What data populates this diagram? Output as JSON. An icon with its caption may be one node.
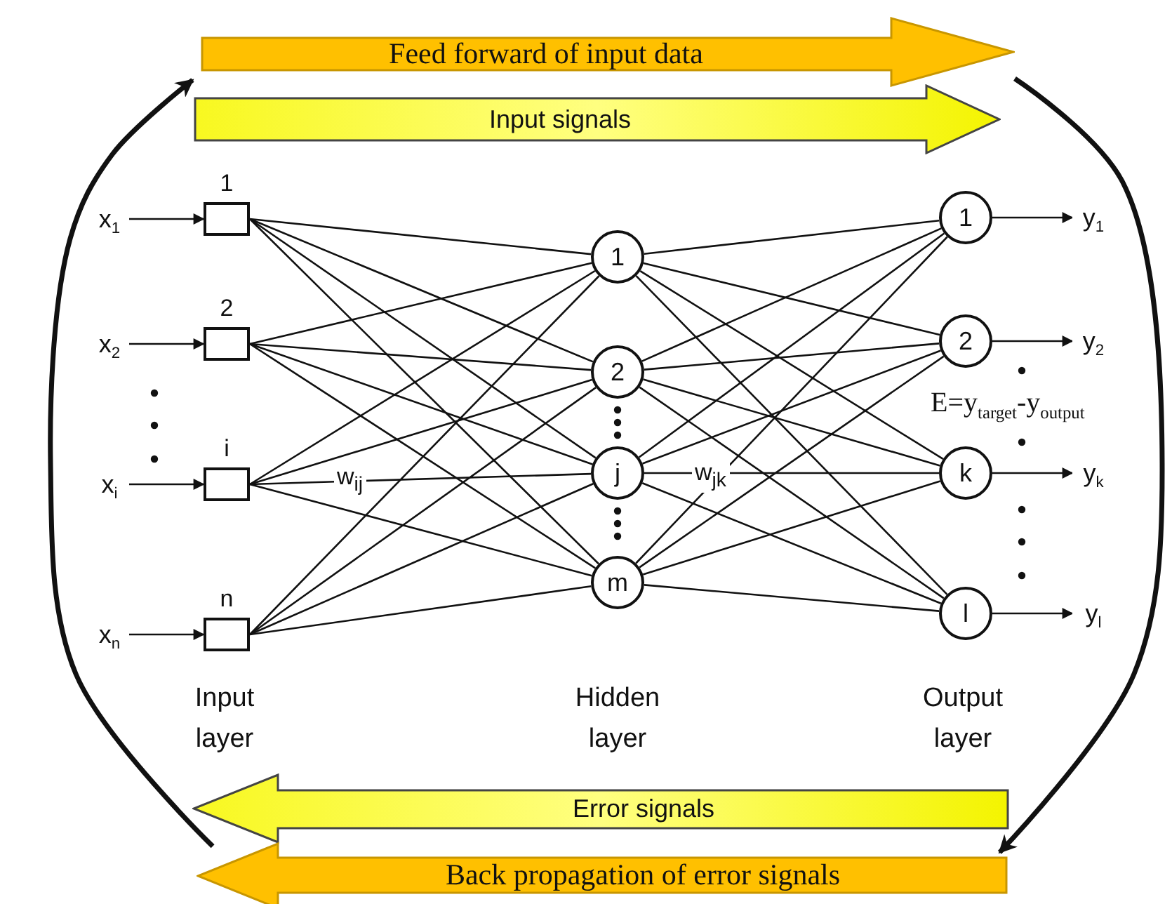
{
  "diagram": {
    "nodes": [
      {
        "text": [
          "Feed forward of input data"
        ]
      },
      {
        "text": [
          "Input signals"
        ]
      },
      {
        "text": [
          "Error signals"
        ]
      },
      {
        "text": [
          "Back propagation of error signals"
        ]
      },
      {
        "text": [
          "x$_{1}$"
        ]
      },
      {
        "text": [
          "x$_{2}$"
        ]
      },
      {
        "text": [
          "x$_{i}$"
        ]
      },
      {
        "text": [
          "x$_{n}$"
        ]
      },
      {
        "text": [],
        "shape": "box",
        "beside": [
          "1"
        ]
      },
      {
        "text": [],
        "shape": "box",
        "beside": [
          "2"
        ]
      },
      {
        "text": [],
        "shape": "box",
        "beside": [
          "i"
        ]
      },
      {
        "text": [],
        "shape": "box",
        "beside": [
          "n"
        ]
      },
      {
        "text": [
          "1"
        ]
      },
      {
        "text": [
          "2"
        ]
      },
      {
        "text": [
          "j"
        ]
      },
      {
        "text": [
          "m"
        ]
      },
      {
        "text": [
          "1"
        ]
      },
      {
        "text": [
          "2"
        ]
      },
      {
        "text": [
          "k"
        ]
      },
      {
        "text": [
          "l"
        ]
      },
      {
        "text": [
          "y$_{1}$"
        ]
      },
      {
        "text": [
          "y$_{2}$"
        ]
      },
      {
        "text": [
          "y$_{k}$"
        ]
      },
      {
        "text": [
          "y$_{l}$"
        ]
      }
    ],
    "edges": [
      {
        "from": 3,
        "to": 0,
        "arrow": "to",
        "style": "thick"
      },
      {
        "from": 0,
        "to": 3,
        "arrow": "to",
        "style": "thick"
      },
      {
        "from": 4,
        "to": 8,
        "arrow": "to"
      },
      {
        "from": 5,
        "to": 9,
        "arrow": "to"
      },
      {
        "from": 6,
        "to": 10,
        "arrow": "to"
      },
      {
        "from": 7,
        "to": 11,
        "arrow": "to"
      },
      {
        "from": 8,
        "to": 12,
        "arrow": "none"
      },
      {
        "from": 8,
        "to": 13,
        "arrow": "none"
      },
      {
        "from": 8,
        "to": 14,
        "arrow": "none"
      },
      {
        "from": 8,
        "to": 15,
        "arrow": "none"
      },
      {
        "from": 9,
        "to": 12,
        "arrow": "none"
      },
      {
        "from": 9,
        "to": 13,
        "arrow": "none"
      },
      {
        "from": 9,
        "to": 14,
        "arrow": "none"
      },
      {
        "from": 9,
        "to": 15,
        "arrow": "none"
      },
      {
        "from": 10,
        "to": 12,
        "arrow": "none"
      },
      {
        "from": 10,
        "to": 13,
        "arrow": "none"
      },
      {
        "from": 10,
        "to": 14,
        "label": "w$_{ij}$",
        "arrow": "none"
      },
      {
        "from": 10,
        "to": 15,
        "arrow": "none"
      },
      {
        "from": 11,
        "to": 12,
        "arrow": "none"
      },
      {
        "from": 11,
        "to": 13,
        "arrow": "none"
      },
      {
        "from": 11,
        "to": 14,
        "arrow": "none"
      },
      {
        "from": 11,
        "to": 15,
        "arrow": "none"
      },
      {
        "from": 12,
        "to": 16,
        "arrow": "none"
      },
      {
        "from": 12,
        "to": 17,
        "arrow": "none"
      },
      {
        "from": 12,
        "to": 18,
        "arrow": "none"
      },
      {
        "from": 12,
        "to": 19,
        "arrow": "none"
      },
      {
        "from": 13,
        "to": 16,
        "arrow": "none"
      },
      {
        "from": 13,
        "to": 17,
        "arrow": "none"
      },
      {
        "from": 13,
        "to": 18,
        "arrow": "none"
      },
      {
        "from": 13,
        "to": 19,
        "arrow": "none"
      },
      {
        "from": 14,
        "to": 16,
        "arrow": "none"
      },
      {
        "from": 14,
        "to": 17,
        "arrow": "none"
      },
      {
        "from": 14,
        "to": 18,
        "label": "w$_{jk}$",
        "arrow": "none"
      },
      {
        "from": 14,
        "to": 19,
        "arrow": "none"
      },
      {
        "from": 15,
        "to": 16,
        "arrow": "none"
      },
      {
        "from": 15,
        "to": 17,
        "arrow": "none"
      },
      {
        "from": 15,
        "to": 18,
        "arrow": "none"
      },
      {
        "from": 15,
        "to": 19,
        "arrow": "none"
      },
      {
        "from": 16,
        "to": 20,
        "arrow": "to"
      },
      {
        "from": 17,
        "to": 21,
        "arrow": "to"
      },
      {
        "from": 18,
        "to": 22,
        "arrow": "to"
      },
      {
        "from": 19,
        "to": 23,
        "arrow": "to"
      }
    ],
    "labels": [
      "Input layer",
      "Hidden layer",
      "Output layer",
      "E=y$_{target}$-y$_{output}$"
    ]
  }
}
